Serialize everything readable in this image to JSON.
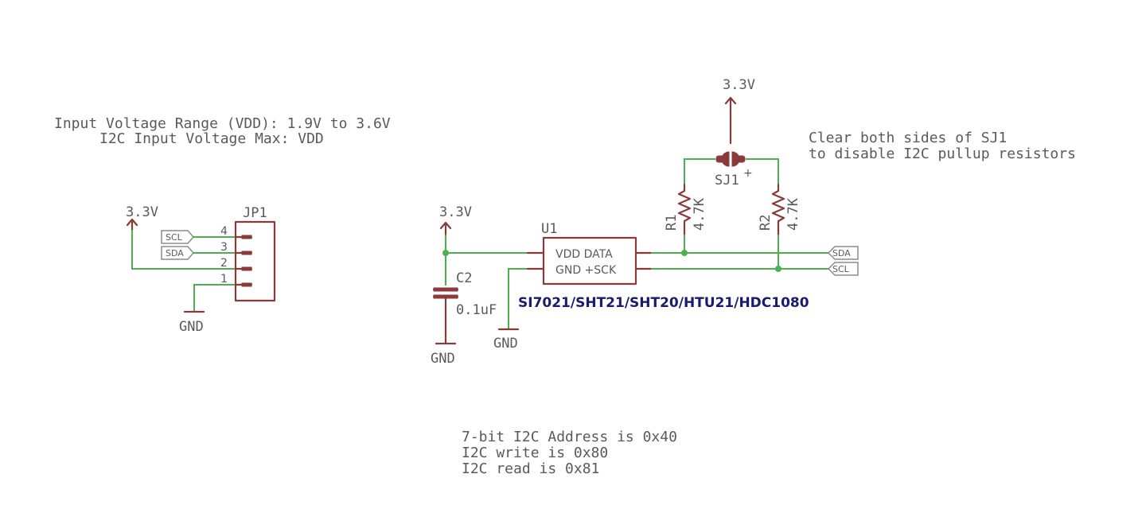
{
  "notes": {
    "voltage_range": "Input Voltage Range (VDD): 1.9V to 3.6V",
    "i2c_voltage": "I2C Input Voltage Max: VDD",
    "pullup_line1": "Clear both sides of SJ1",
    "pullup_line2": "to disable I2C pullup resistors",
    "addr_line1": "7-bit I2C Address is 0x40",
    "addr_line2": "I2C write is 0x80",
    "addr_line3": "I2C read is 0x81"
  },
  "connector": {
    "ref": "JP1",
    "power": "3.3V",
    "ground": "GND",
    "pins": [
      "4",
      "3",
      "2",
      "1"
    ],
    "labels": [
      "SCL",
      "SDA"
    ]
  },
  "sensor": {
    "ref": "U1",
    "pins_top": "VDD DATA",
    "pins_bottom": "GND +SCK",
    "part_number": "SI7021/SHT21/SHT20/HTU21/HDC1080",
    "power": "3.3V",
    "ground": "GND"
  },
  "capacitor": {
    "ref": "C2",
    "value": "0.1uF",
    "ground": "GND"
  },
  "pullups": {
    "power": "3.3V",
    "jumper": "SJ1",
    "jumper_mark": "+",
    "r1_ref": "R1",
    "r1_value": "4.7K",
    "r2_ref": "R2",
    "r2_value": "4.7K"
  },
  "outputs": {
    "sda": "SDA",
    "scl": "SCL"
  },
  "colors": {
    "wire": "#4caf50",
    "symbol": "#8b3a3a",
    "text": "#5a5a5a",
    "part_label": "#1a1a6e"
  }
}
